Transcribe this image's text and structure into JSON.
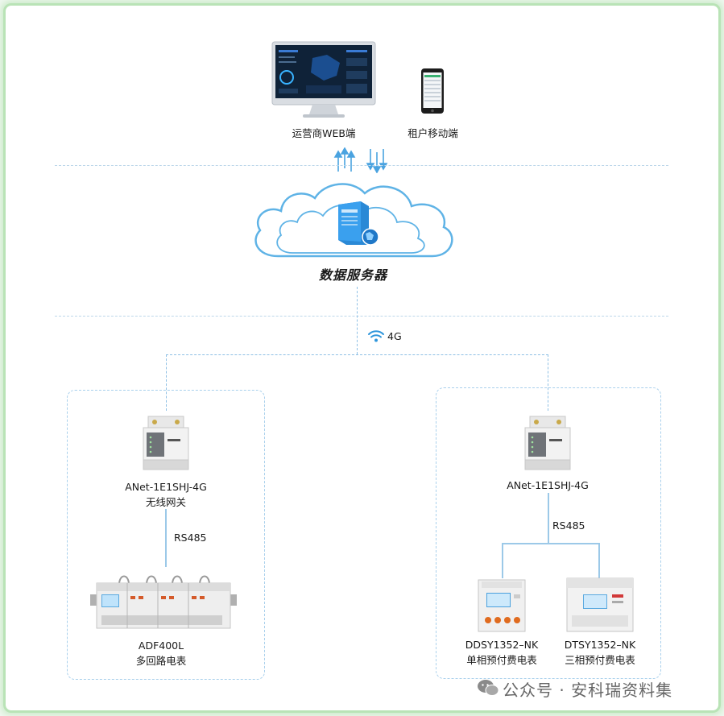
{
  "top": {
    "web_client_label": "运营商WEB端",
    "mobile_client_label": "租户移动端"
  },
  "server": {
    "title": "数据服务器"
  },
  "network": {
    "label": "4G"
  },
  "left_group": {
    "gateway_model": "ANet-1E1SHJ-4G",
    "gateway_name": "无线网关",
    "bus_label": "RS485",
    "meter_model": "ADF400L",
    "meter_name": "多回路电表"
  },
  "right_group": {
    "gateway_model": "ANet-1E1SHJ-4G",
    "bus_label": "RS485",
    "meter1_model": "DDSY1352–NK",
    "meter1_name": "单相预付费电表",
    "meter2_model": "DTSY1352–NK",
    "meter2_name": "三相预付费电表"
  },
  "watermark": {
    "text": "公众号 · 安科瑞资料集"
  },
  "colors": {
    "line": "#9cc9e8",
    "cloud_stroke": "#5fb3e6",
    "arrow": "#4aa3e0"
  }
}
